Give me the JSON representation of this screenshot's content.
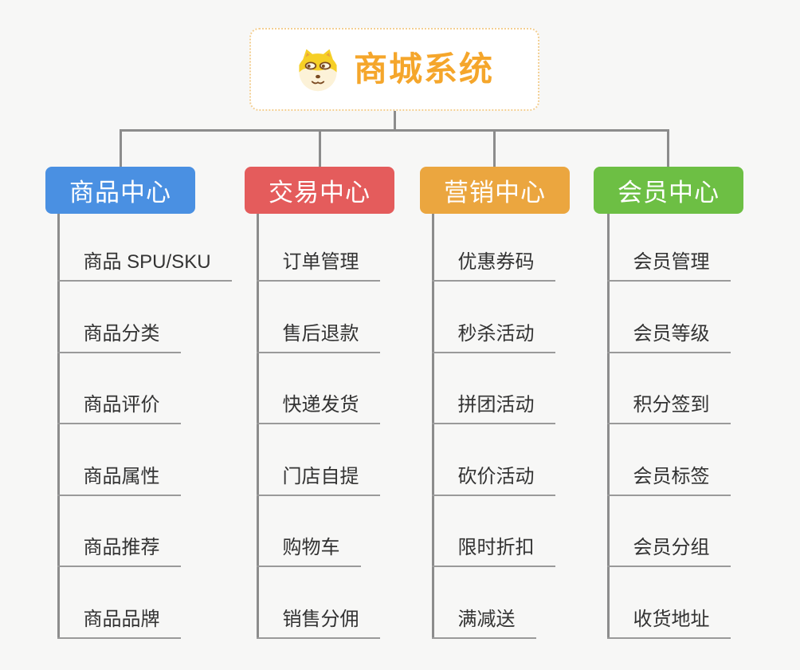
{
  "canvas": {
    "background_color": "#f7f7f6",
    "connector_color": "#8c8c8c",
    "underline_color": "#9a9a9a",
    "leaf_text_color": "#333333"
  },
  "root": {
    "title": "商城系统",
    "title_color": "#f5a62b",
    "border_color": "#f3cf93",
    "icon": "doge-face-icon"
  },
  "branches": [
    {
      "label": "商品中心",
      "color": "#4a90e2",
      "items": [
        "商品 SPU/SKU",
        "商品分类",
        "商品评价",
        "商品属性",
        "商品推荐",
        "商品品牌"
      ]
    },
    {
      "label": "交易中心",
      "color": "#e45c5c",
      "items": [
        "订单管理",
        "售后退款",
        "快递发货",
        "门店自提",
        "购物车",
        "销售分佣"
      ]
    },
    {
      "label": "营销中心",
      "color": "#eba63f",
      "items": [
        "优惠券码",
        "秒杀活动",
        "拼团活动",
        "砍价活动",
        "限时折扣",
        "满减送"
      ]
    },
    {
      "label": "会员中心",
      "color": "#6dbf44",
      "items": [
        "会员管理",
        "会员等级",
        "积分签到",
        "会员标签",
        "会员分组",
        "收货地址"
      ]
    }
  ]
}
